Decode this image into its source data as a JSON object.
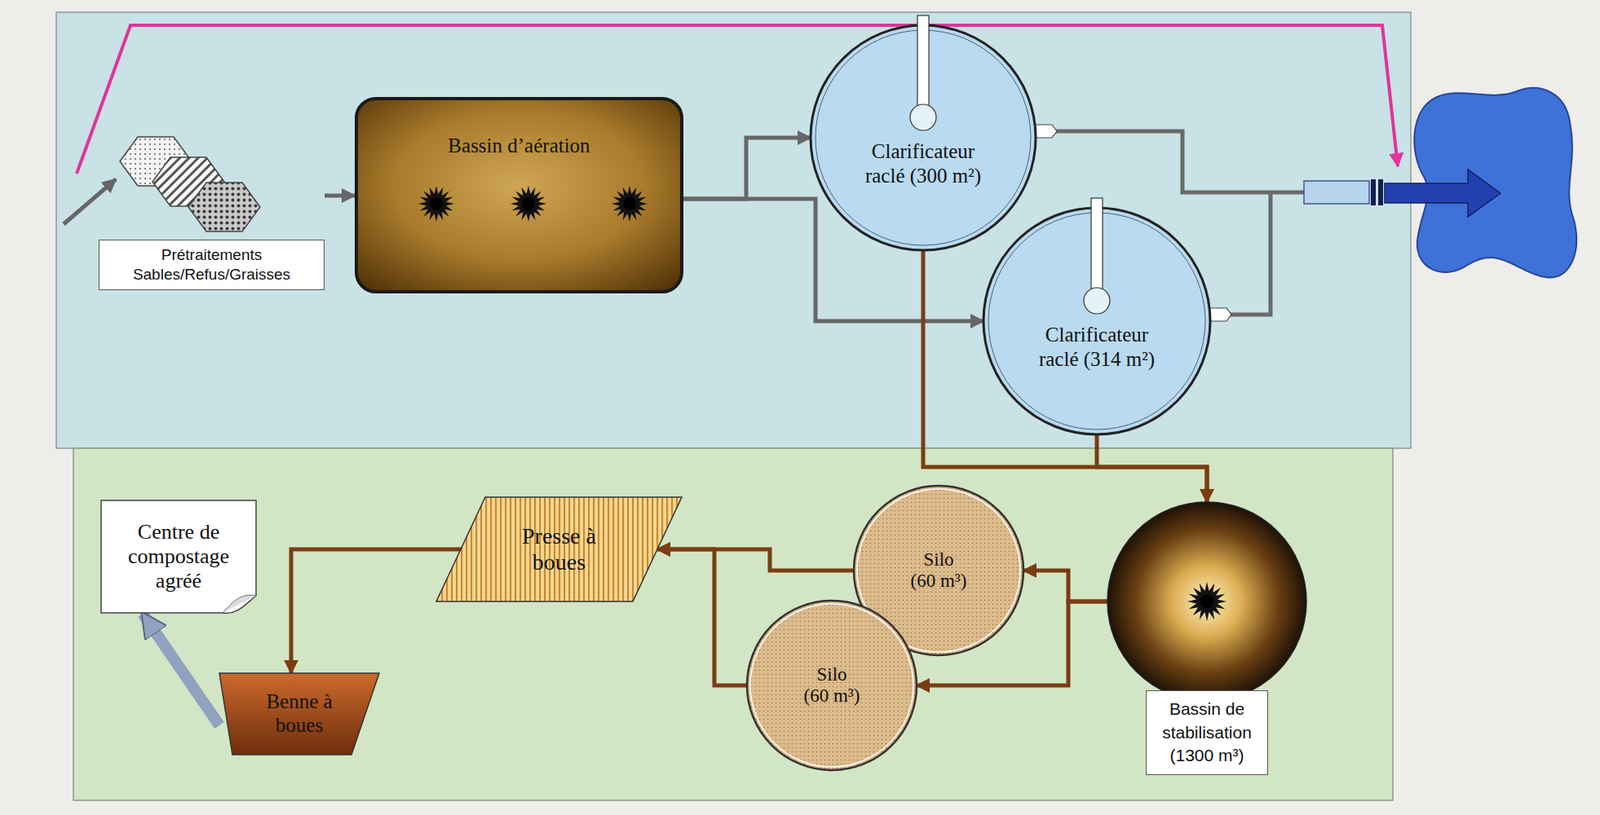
{
  "diagram": {
    "nodes": [
      {
        "text": [
          "Prétraitements Sables/Refus/Graisses"
        ]
      },
      {
        "text": [
          "Bassin d’aération"
        ]
      },
      {
        "text": [
          "Clarificateur raclé (300 m²)"
        ]
      },
      {
        "text": [
          "Clarificateur raclé (314 m²)"
        ]
      },
      {
        "text": [
          "Bassin de stabilisation (1300 m³)"
        ]
      },
      {
        "text": [
          "Silo (60 m³)"
        ]
      },
      {
        "text": [
          "Silo (60 m³)"
        ]
      },
      {
        "text": [
          "Presse à boues"
        ]
      },
      {
        "text": [
          "Benne à boues"
        ]
      },
      {
        "text": [
          "Centre de compostage agréé"
        ]
      }
    ],
    "edges": [
      {
        "from": 0,
        "to": 1,
        "arrow": "to"
      },
      {
        "from": 1,
        "to": 2,
        "arrow": "to"
      },
      {
        "from": 1,
        "to": 3,
        "arrow": "to"
      },
      {
        "from": 2,
        "to": 4,
        "arrow": "to"
      },
      {
        "from": 3,
        "to": 4,
        "arrow": "to"
      },
      {
        "from": 4,
        "to": 5,
        "arrow": "to"
      },
      {
        "from": 4,
        "to": 6,
        "arrow": "to"
      },
      {
        "from": 5,
        "to": 7,
        "arrow": "to"
      },
      {
        "from": 6,
        "to": 7,
        "arrow": "to"
      },
      {
        "from": 7,
        "to": 8,
        "arrow": "to"
      },
      {
        "from": 8,
        "to": 9,
        "arrow": "to"
      }
    ]
  }
}
